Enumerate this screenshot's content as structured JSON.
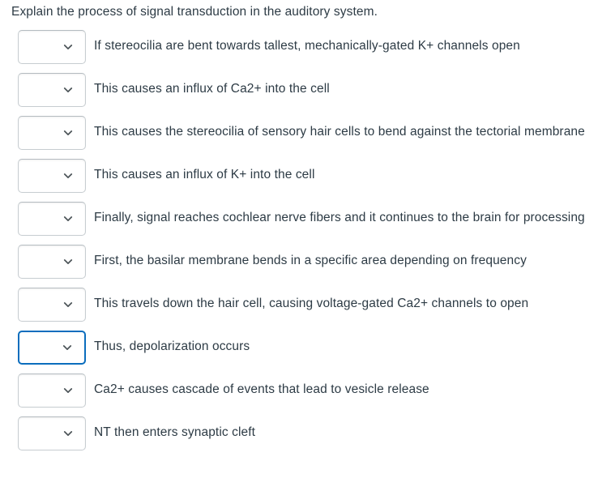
{
  "question": {
    "prompt": "Explain the process of signal transduction in the auditory system."
  },
  "select": {
    "icon": "chevron-down-icon",
    "value": "",
    "focus_border_color": "#0b6dbd",
    "border_color": "#c7cdd1"
  },
  "answers": [
    {
      "text": "If stereocilia are bent towards tallest, mechanically-gated K+ channels open",
      "selected_value": "",
      "focused": false
    },
    {
      "text": "This causes an influx of Ca2+ into the cell",
      "selected_value": "",
      "focused": false
    },
    {
      "text": "This causes the stereocilia of sensory hair cells to bend against the tectorial membrane",
      "selected_value": "",
      "focused": false
    },
    {
      "text": "This causes an influx of K+ into the cell",
      "selected_value": "",
      "focused": false
    },
    {
      "text": "Finally, signal reaches cochlear nerve fibers and it continues to the brain for processing",
      "selected_value": "",
      "focused": false
    },
    {
      "text": "First, the basilar membrane bends in a specific area depending on frequency",
      "selected_value": "",
      "focused": false
    },
    {
      "text": "This travels down the hair cell, causing voltage-gated Ca2+ channels to open",
      "selected_value": "",
      "focused": false
    },
    {
      "text": "Thus, depolarization occurs",
      "selected_value": "",
      "focused": true
    },
    {
      "text": "Ca2+ causes cascade of events that lead to vesicle release",
      "selected_value": "",
      "focused": false
    },
    {
      "text": "NT then enters synaptic cleft",
      "selected_value": "",
      "focused": false
    }
  ]
}
